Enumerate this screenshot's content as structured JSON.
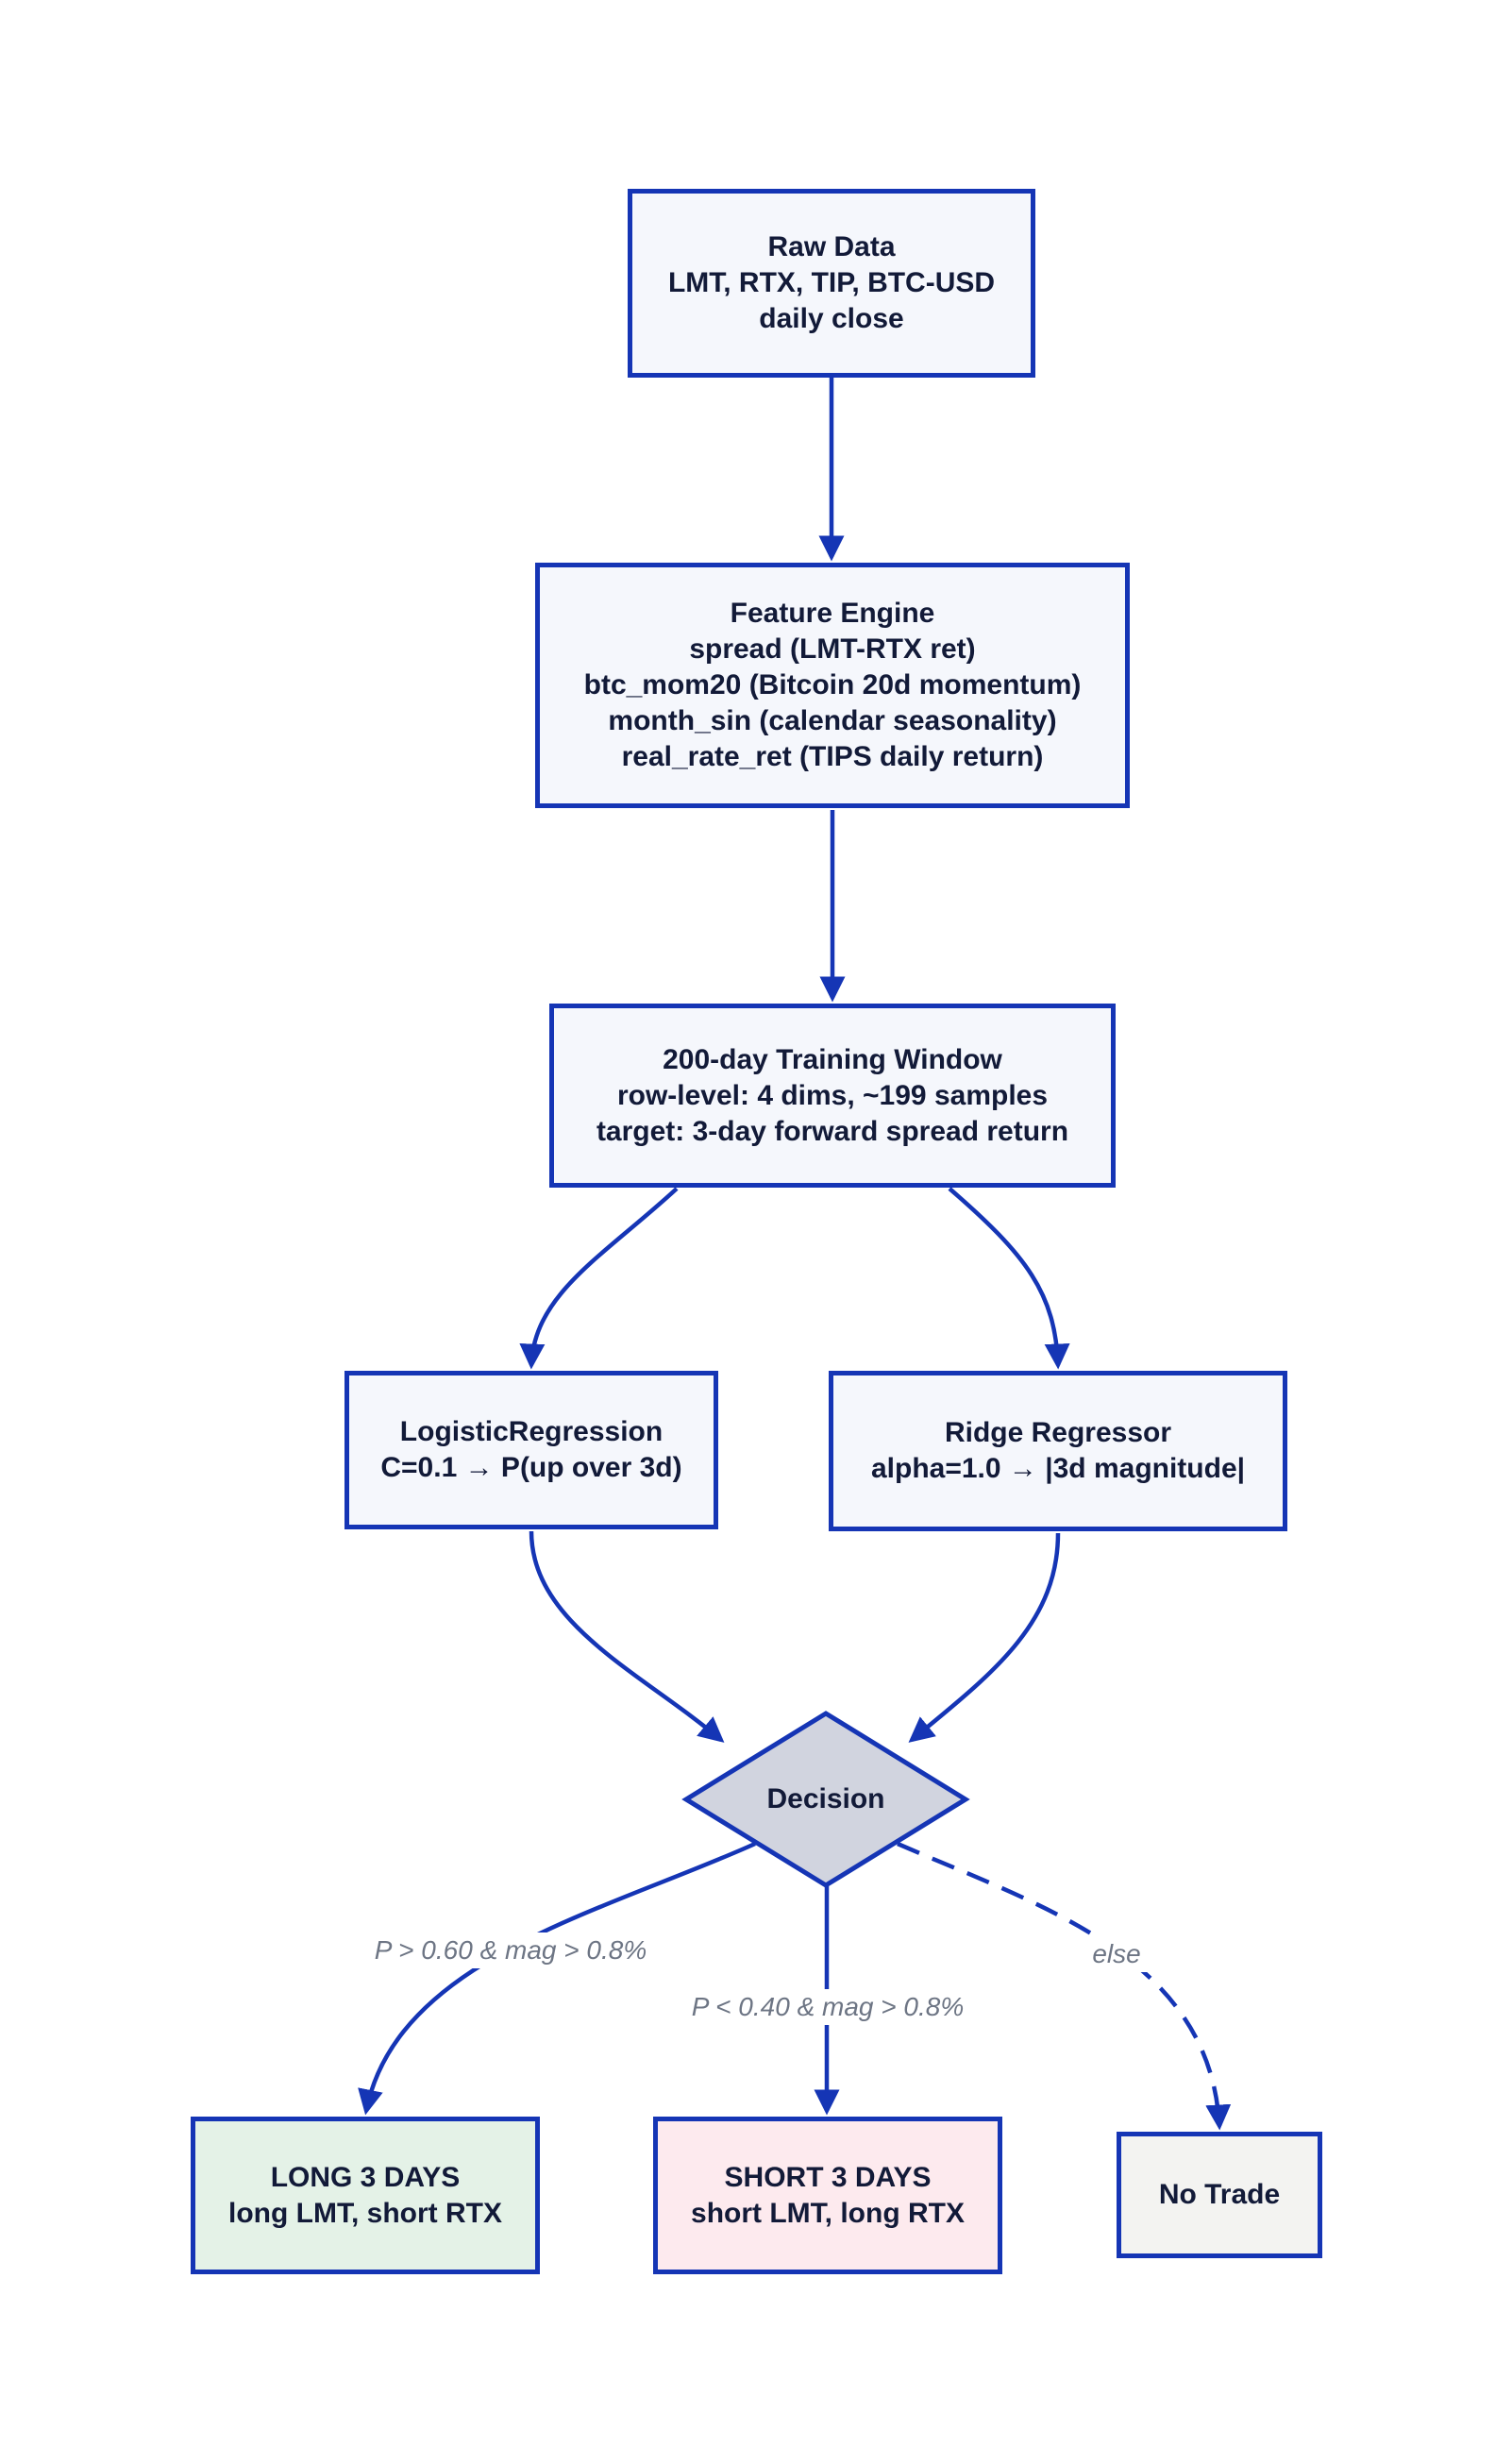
{
  "colors": {
    "brand_blue": "#1535b5",
    "canvas_bg": "#ffffff",
    "node_fill": "#f5f7fc",
    "decision_fill": "#d1d4df",
    "long_fill": "#e4f2e7",
    "short_fill": "#fdeaee",
    "neutral_fill": "#f3f3f1",
    "text_dark": "#121a38",
    "label_gray": "#6d7584"
  },
  "nodes": {
    "raw_data": {
      "lines": [
        "Raw Data",
        "LMT, RTX, TIP, BTC-USD",
        "daily close"
      ]
    },
    "feature_engine": {
      "lines": [
        "Feature Engine",
        "spread (LMT-RTX ret)",
        "btc_mom20 (Bitcoin 20d momentum)",
        "month_sin (calendar seasonality)",
        "real_rate_ret (TIPS daily return)"
      ]
    },
    "training_window": {
      "lines": [
        "200-day Training Window",
        "row-level: 4 dims, ~199 samples",
        "target: 3-day forward spread return"
      ]
    },
    "logistic_regression": {
      "lines": [
        "LogisticRegression",
        "C=0.1 → P(up over 3d)"
      ]
    },
    "ridge_regressor": {
      "lines": [
        "Ridge Regressor",
        "alpha=1.0 → |3d magnitude|"
      ]
    },
    "decision": {
      "label": "Decision"
    },
    "long_trade": {
      "lines": [
        "LONG 3 DAYS",
        "long LMT, short RTX"
      ]
    },
    "short_trade": {
      "lines": [
        "SHORT 3 DAYS",
        "short LMT, long RTX"
      ]
    },
    "no_trade": {
      "label": "No Trade"
    }
  },
  "edge_labels": {
    "to_long": "P > 0.60 & mag > 0.8%",
    "to_short": "P < 0.40 & mag > 0.8%",
    "to_no_trade": "else"
  }
}
